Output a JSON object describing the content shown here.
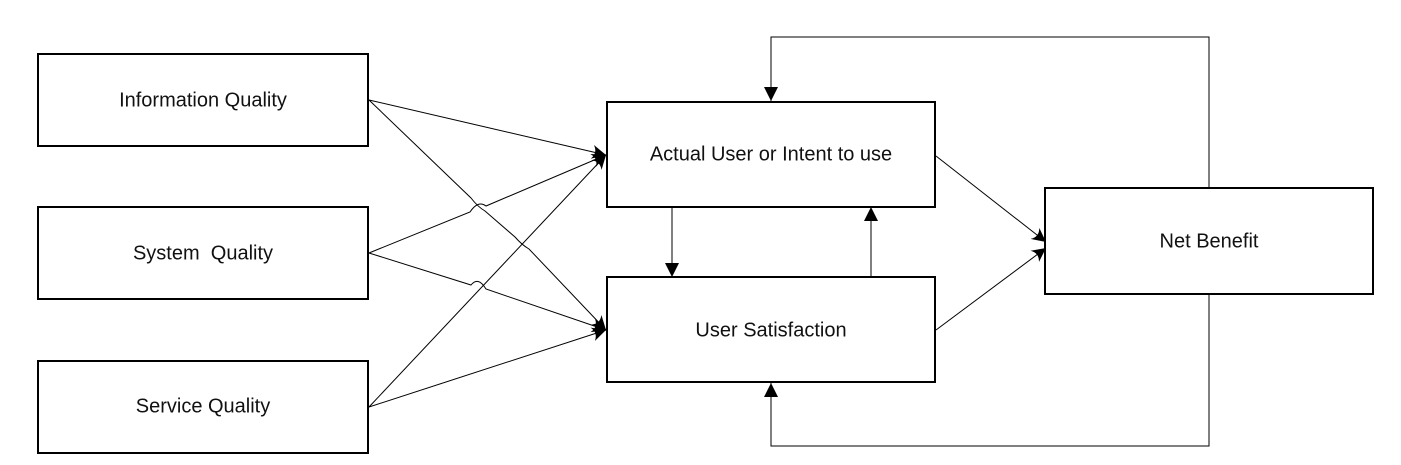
{
  "nodes": {
    "information_quality": "Information Quality",
    "system_quality": "System  Quality",
    "service_quality": "Service Quality",
    "actual_use": "Actual User or Intent to use",
    "user_satisfaction": "User Satisfaction",
    "net_benefit": "Net Benefit"
  },
  "colors": {
    "stroke": "#000000",
    "fill": "#ffffff",
    "text": "#111111"
  }
}
